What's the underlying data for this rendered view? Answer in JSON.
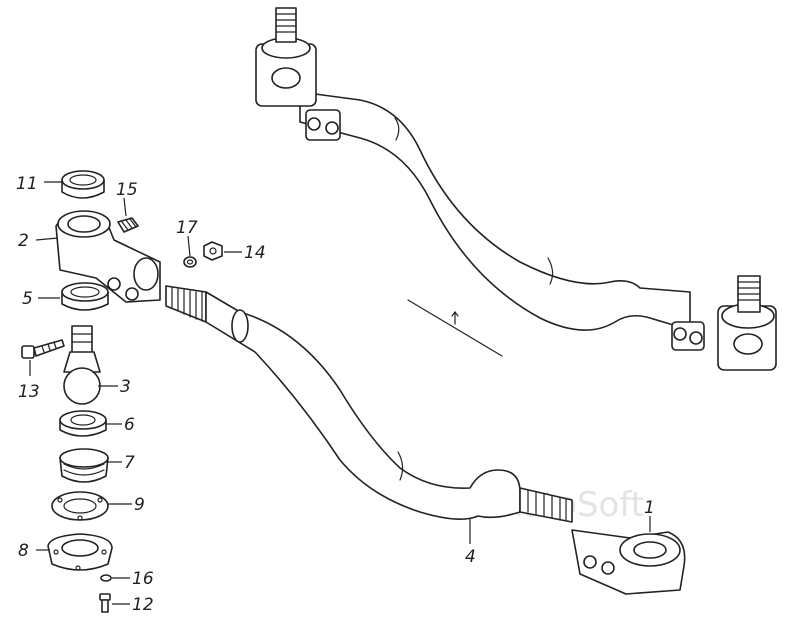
{
  "diagram": {
    "watermark": "AutoSoft",
    "callouts": [
      {
        "id": "c1",
        "text": "1"
      },
      {
        "id": "c2",
        "text": "2"
      },
      {
        "id": "c3",
        "text": "3"
      },
      {
        "id": "c4",
        "text": "4"
      },
      {
        "id": "c5",
        "text": "5"
      },
      {
        "id": "c6",
        "text": "6"
      },
      {
        "id": "c7",
        "text": "7"
      },
      {
        "id": "c8",
        "text": "8"
      },
      {
        "id": "c9",
        "text": "9"
      },
      {
        "id": "c11",
        "text": "11"
      },
      {
        "id": "c12",
        "text": "12"
      },
      {
        "id": "c13",
        "text": "13"
      },
      {
        "id": "c14",
        "text": "14"
      },
      {
        "id": "c15",
        "text": "15"
      },
      {
        "id": "c16",
        "text": "16"
      },
      {
        "id": "c17",
        "text": "17"
      }
    ]
  }
}
